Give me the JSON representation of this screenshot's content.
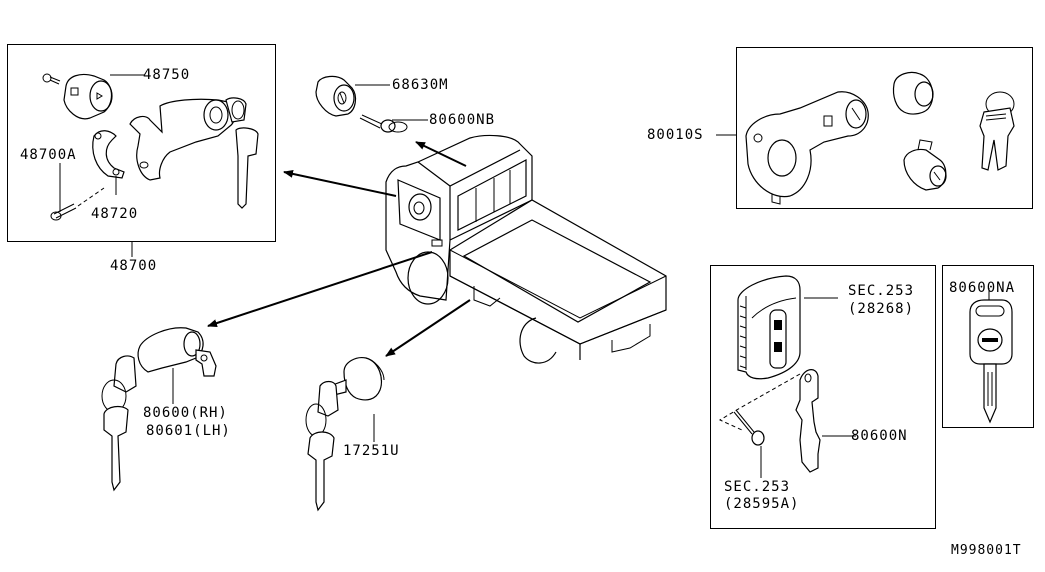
{
  "diagram": {
    "type": "exploded parts diagram",
    "subject": "key set / lock cylinder assembly",
    "reference_code": "M998001T",
    "parts": {
      "p48700": "48700",
      "p48750": "48750",
      "p48700a": "48700A",
      "p48720": "48720",
      "p68630m": "68630M",
      "p80600nb": "80600NB",
      "p80010s": "80010S",
      "p80600rh": "80600(RH)",
      "p80601lh": "80601(LH)",
      "p17251u": "17251U",
      "sec253_a": "SEC.253",
      "sec253_a_ref": "(28268)",
      "p80600n": "80600N",
      "sec253_b": "SEC.253",
      "sec253_b_ref": "(28595A)",
      "p80600na": "80600NA"
    },
    "groups": [
      {
        "name": "steering-lock-set",
        "callout": "48700",
        "members": [
          "48750",
          "48700A",
          "48720"
        ]
      },
      {
        "name": "lock-set-kit",
        "callout": "80010S"
      },
      {
        "name": "intelligent-key-set",
        "members": [
          "SEC.253 (28268)",
          "80600N",
          "SEC.253 (28595A)"
        ]
      },
      {
        "name": "blank-key",
        "callout": "80600NA"
      }
    ],
    "icons": [
      "steering-lock-icon",
      "lock-cylinder-icon",
      "key-icon",
      "truck-icon",
      "intelligent-key-fob-icon",
      "blank-key-icon",
      "screw-icon",
      "arrow-icon"
    ]
  }
}
